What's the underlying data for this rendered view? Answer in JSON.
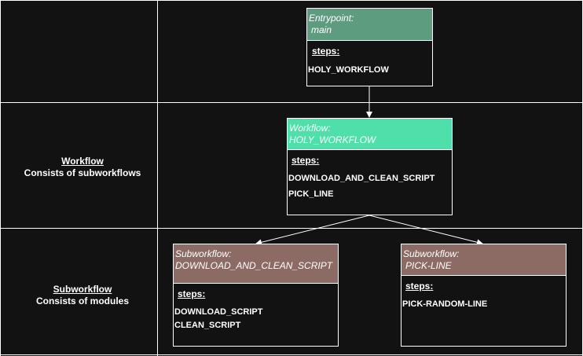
{
  "colors": {
    "background": "#121212",
    "line": "#ffffff",
    "entrypoint_header": "#5e9c80",
    "workflow_header": "#4fdfaa",
    "subworkflow_header": "#8c6b65"
  },
  "rows": [
    {
      "title": "",
      "description": ""
    },
    {
      "title": "Workflow",
      "description": "Consists of subworkflows"
    },
    {
      "title": "Subworkflow",
      "description": "Consists of modules"
    }
  ],
  "nodes": {
    "entrypoint": {
      "kind": "Entrypoint:",
      "name": "main",
      "steps_label": "steps:",
      "steps": [
        "HOLY_WORKFLOW"
      ]
    },
    "workflow": {
      "kind": "Workflow:",
      "name": "HOLY_WORKFLOW",
      "steps_label": "steps:",
      "steps": [
        "DOWNLOAD_AND_CLEAN_SCRIPT",
        "PICK_LINE"
      ]
    },
    "sub_download": {
      "kind": "Subworkflow:",
      "name": "DOWNLOAD_AND_CLEAN_SCRIPT",
      "steps_label": "steps:",
      "steps": [
        "DOWNLOAD_SCRIPT",
        "CLEAN_SCRIPT"
      ]
    },
    "sub_pick": {
      "kind": "Subworkflow:",
      "name": "PICK-LINE",
      "steps_label": "steps:",
      "steps": [
        "PICK-RANDOM-LINE"
      ]
    }
  }
}
